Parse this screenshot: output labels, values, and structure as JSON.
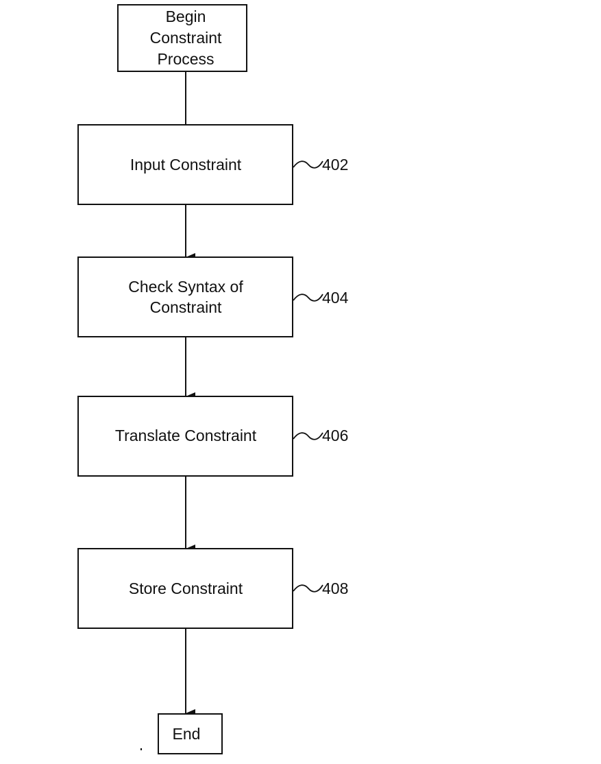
{
  "flowchart": {
    "start": {
      "lines": [
        "Begin",
        "Constraint",
        "Process"
      ]
    },
    "steps": [
      {
        "lines": [
          "Input Constraint"
        ],
        "ref": "402"
      },
      {
        "lines": [
          "Check Syntax of",
          "Constraint"
        ],
        "ref": "404"
      },
      {
        "lines": [
          "Translate Constraint"
        ],
        "ref": "406"
      },
      {
        "lines": [
          "Store Constraint"
        ],
        "ref": "408"
      }
    ],
    "end": {
      "lines": [
        "End"
      ]
    }
  },
  "colors": {
    "stroke": "#111111",
    "background": "#ffffff"
  }
}
